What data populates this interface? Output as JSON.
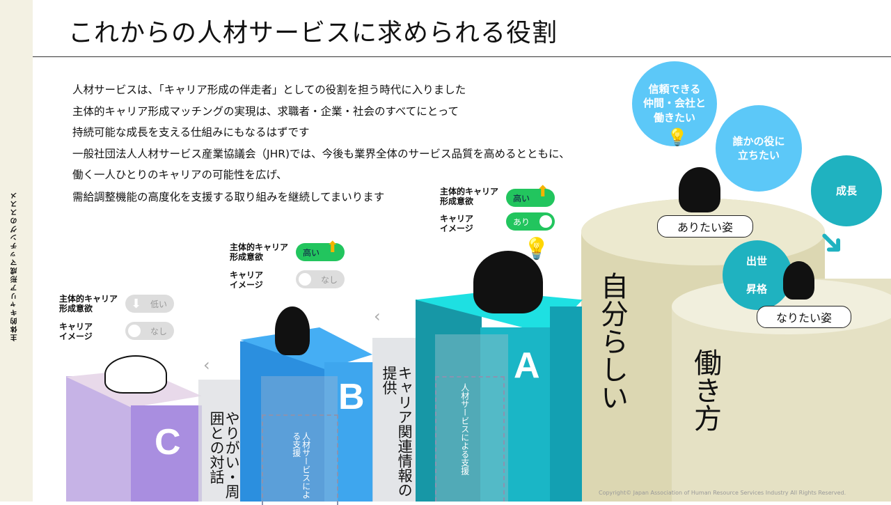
{
  "sidebar": {
    "vertical_title": "主体的キャリア形成マッチングのススメ"
  },
  "title": "これからの人材サービスに求められる役割",
  "paragraph": [
    "人材サービスは、「キャリア形成の伴走者」としての役割を担う時代に入りました",
    "主体的キャリア形成マッチングの実現は、求職者・企業・社会のすべてにとって",
    "持続可能な成長を支える仕組みにもなるはずです",
    "一般社団法人人材サービス産業協議会（JHR)では、今後も業界全体のサービス品質を高めるとともに、",
    "働く一人ひとりのキャリアの可能性を広げ、",
    "需給調整機能の高度化を支援する取り組みを継続してまいります"
  ],
  "steps": {
    "c": {
      "letter": "C",
      "motivation_label": "主体的キャリア\n形成意欲",
      "motivation": "低い",
      "image_label": "キャリア\nイメージ",
      "image": "なし"
    },
    "b": {
      "letter": "B",
      "motivation_label": "主体的キャリア\n形成意欲",
      "motivation": "高い",
      "image_label": "キャリア\nイメージ",
      "image": "なし"
    },
    "a": {
      "letter": "A",
      "motivation_label": "主体的キャリア\n形成意欲",
      "motivation": "高い",
      "image_label": "キャリア\nイメージ",
      "image": "あり"
    }
  },
  "supports": {
    "cb_text": "やりがい・周囲との対話",
    "cb_sub": "人材サービスによる支援",
    "ba_text": "キャリア関連情報の提供",
    "ba_sub": "人材サービスによる支援"
  },
  "goals": {
    "cylinder1": "自分らしい",
    "cylinder2": "働き方",
    "ideal_label": "ありたい姿",
    "target_label": "なりたい姿",
    "bubble1": "信頼できる\n仲間・会社と\n働きたい",
    "bubble2": "誰かの役に\n立ちたい",
    "bubble3": "成長",
    "bubble4": "出世\n\n昇格"
  },
  "footer": {
    "copyright": "Copyright© Japan Association of Human Resource Services Industry All Rights Reserved."
  },
  "colors": {
    "purple": "#a98ee0",
    "blue": "#3ea6ee",
    "teal": "#1ab6c6",
    "sky": "#5cc8f8",
    "beige": "#ddd8b4",
    "green": "#22c55e"
  }
}
